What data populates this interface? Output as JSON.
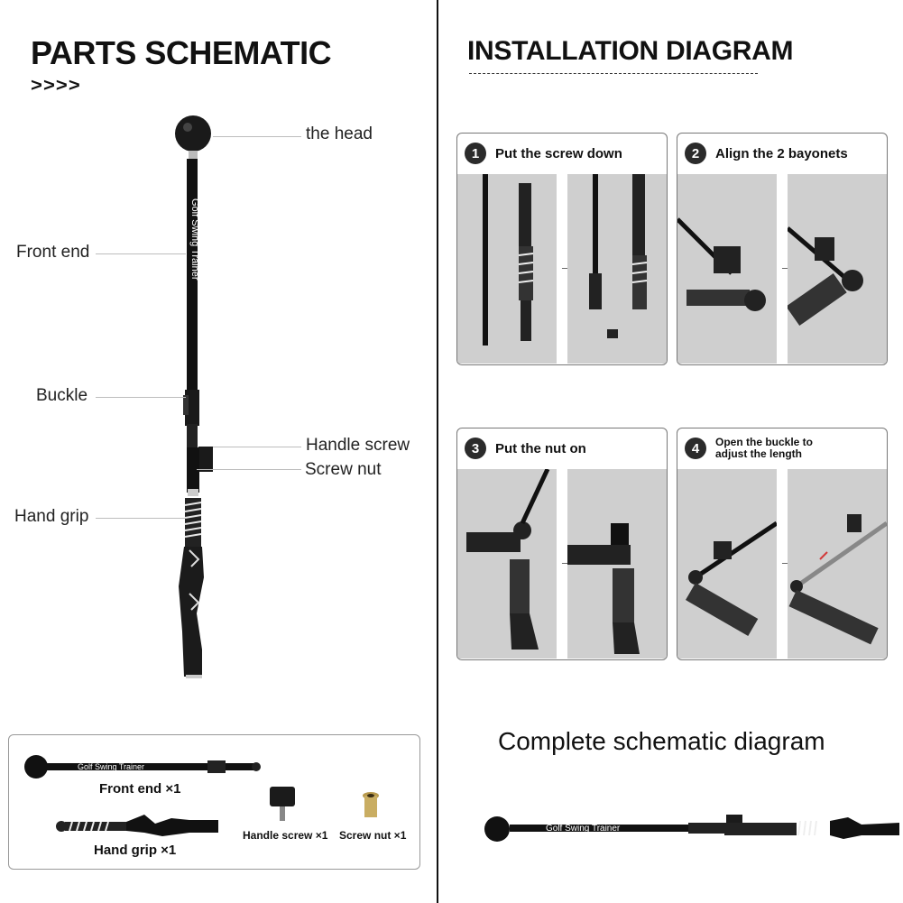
{
  "left": {
    "title": "PARTS SCHEMATIC",
    "chevrons": ">>>>",
    "labels": {
      "head": "the head",
      "front_end": "Front end",
      "buckle": "Buckle",
      "handle_screw": "Handle screw",
      "screw_nut": "Screw nut",
      "hand_grip": "Hand grip"
    },
    "shaft_text": "Golf Swing Trainer",
    "parts_box": {
      "front_end": "Front end ×1",
      "hand_grip": "Hand grip ×1",
      "handle_screw": "Handle screw ×1",
      "screw_nut": "Screw nut ×1",
      "shaft_text": "Golf Swing Trainer"
    }
  },
  "right": {
    "title": "INSTALLATION DIAGRAM",
    "steps": [
      {
        "num": "1",
        "text": "Put the screw down"
      },
      {
        "num": "2",
        "text": "Align the 2 bayonets"
      },
      {
        "num": "3",
        "text": "Put the nut on"
      },
      {
        "num": "4",
        "text": "Open the buckle to\nadjust the length"
      }
    ],
    "arrow": "→",
    "complete_title": "Complete schematic diagram",
    "complete_shaft_text": "Golf Swing Trainer"
  },
  "colors": {
    "ink": "#111111",
    "photo_bg": "#cfcfcf",
    "leader": "#bdbdbd",
    "accent_red": "#d23a3a"
  }
}
